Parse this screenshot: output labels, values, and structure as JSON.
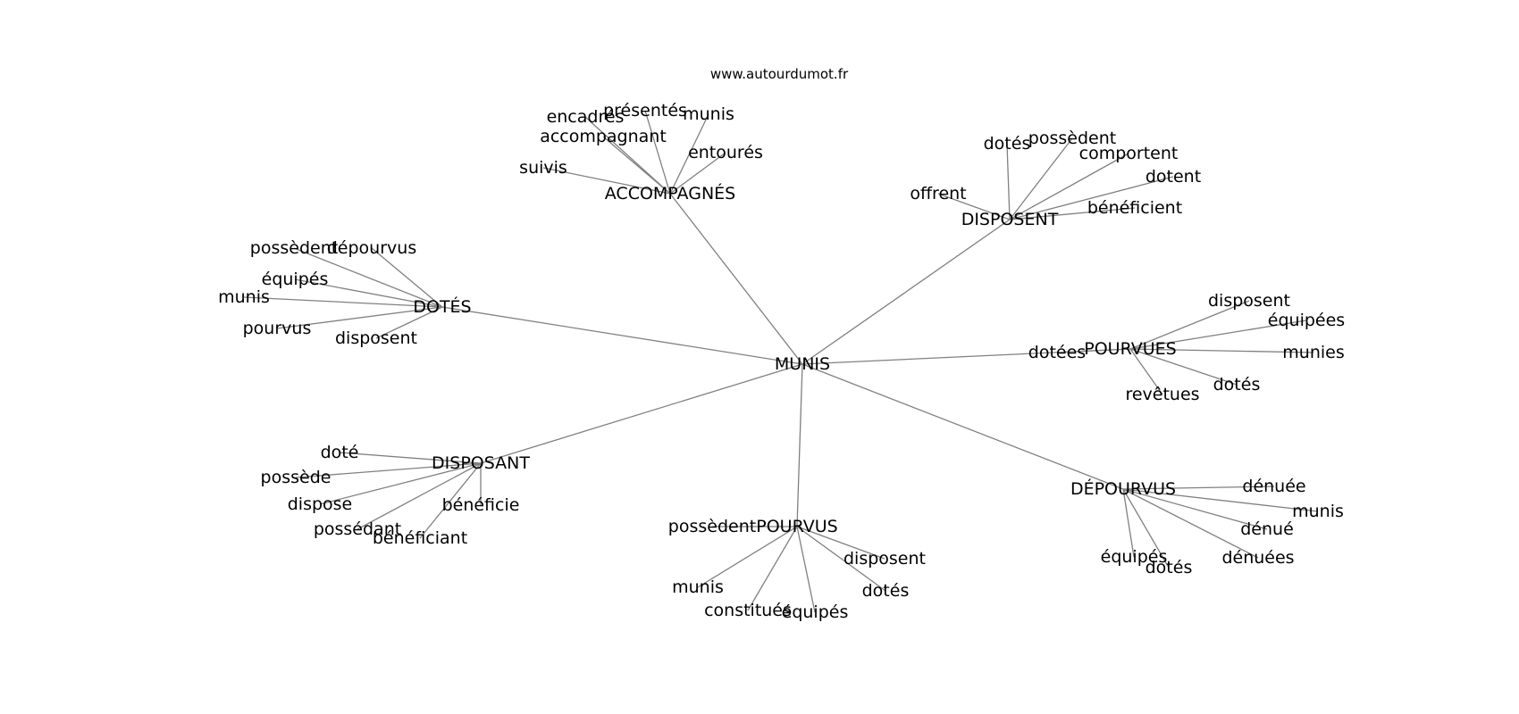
{
  "source": "www.autourdumot.fr",
  "colors": {
    "edge": "#808080",
    "text": "#000000",
    "background": "#ffffff"
  },
  "center": "MUNIS",
  "clusters": [
    {
      "label": "ACCOMPAGNÉS",
      "words": [
        "suivis",
        "accompagnant",
        "encadrés",
        "présentés",
        "munis",
        "entourés"
      ]
    },
    {
      "label": "DISPOSENT",
      "words": [
        "offrent",
        "dotés",
        "possèdent",
        "comportent",
        "dotent",
        "bénéficient"
      ]
    },
    {
      "label": "DOTÉS",
      "words": [
        "possèdent",
        "dépourvus",
        "équipés",
        "munis",
        "pourvus",
        "disposent"
      ]
    },
    {
      "label": "POURVUES",
      "words": [
        "dotées",
        "disposent",
        "équipées",
        "munies",
        "dotés",
        "revêtues"
      ]
    },
    {
      "label": "DISPOSANT",
      "words": [
        "doté",
        "possède",
        "dispose",
        "possédant",
        "bénéficiant",
        "bénéficie"
      ]
    },
    {
      "label": "POURVUS",
      "words": [
        "possèdent",
        "munis",
        "constitués",
        "équipés",
        "dotés",
        "disposent"
      ]
    },
    {
      "label": "DÉPOURVUS",
      "words": [
        "dénuée",
        "munis",
        "dénué",
        "dénuées",
        "dotés",
        "équipés"
      ]
    }
  ]
}
